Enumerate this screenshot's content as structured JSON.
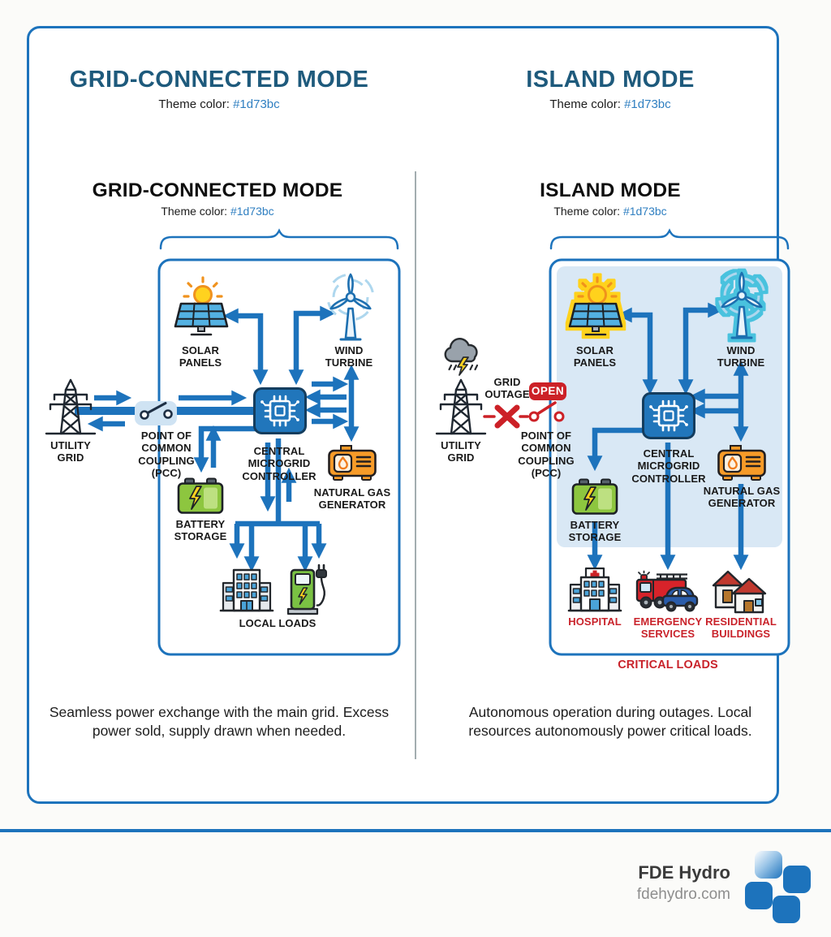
{
  "colors": {
    "theme": "#1d73bc",
    "alert_red": "#c9232b",
    "title_blue": "#1e5a7c",
    "island_fill": "#d9e8f5"
  },
  "left": {
    "header_title": "GRID-CONNECTED MODE",
    "theme_prefix": "Theme color:",
    "theme_hex": "#1d73bc",
    "diagram_title": "GRID-CONNECTED MODE",
    "labels": {
      "solar": "SOLAR PANELS",
      "wind": "WIND TURBINE",
      "utility": "UTILITY GRID",
      "pcc": "POINT OF COMMON COUPLING (PCC)",
      "controller": "CENTRAL MICROGRID CONTROLLER",
      "battery": "BATTERY STORAGE",
      "generator": "NATURAL GAS GENERATOR",
      "loads": "LOCAL LOADS"
    },
    "caption": "Seamless power exchange with the main grid. Excess power sold, supply drawn when needed."
  },
  "right": {
    "header_title": "ISLAND MODE",
    "theme_prefix": "Theme color:",
    "theme_hex": "#1d73bc",
    "diagram_title": "ISLAND MODE",
    "labels": {
      "solar": "SOLAR PANELS",
      "wind": "WIND TURBINE",
      "utility": "UTILITY GRID",
      "grid_outage": "GRID OUTAGE",
      "open_badge": "OPEN",
      "pcc": "POINT OF COMMON COUPLING (PCC)",
      "controller": "CENTRAL MICROGRID CONTROLLER",
      "battery": "BATTERY STORAGE",
      "generator": "NATURAL GAS GENERATOR",
      "hospital": "HOSPITAL",
      "emergency": "EMERGENCY SERVICES",
      "residential": "RESIDENTIAL BUILDINGS",
      "critical": "CRITICAL LOADS"
    },
    "caption": "Autonomous operation during outages. Local resources autonomously power critical loads."
  },
  "footer": {
    "brand": "FDE Hydro",
    "domain": "fdehydro.com"
  }
}
